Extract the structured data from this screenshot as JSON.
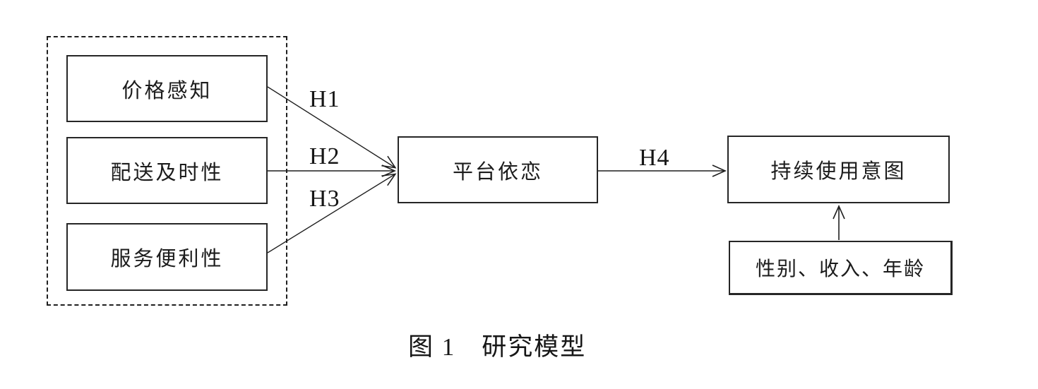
{
  "figure": {
    "caption": "图 1　研究模型",
    "colors": {
      "ink": "#1f1f1f",
      "background": "#ffffff"
    },
    "nodes": {
      "price": {
        "label": "价格感知"
      },
      "delivery": {
        "label": "配送及时性"
      },
      "service": {
        "label": "服务便利性"
      },
      "attachment": {
        "label": "平台依恋"
      },
      "intention": {
        "label": "持续使用意图"
      },
      "demographics": {
        "label": "性别、收入、年龄"
      }
    },
    "edges": [
      {
        "label": "H1",
        "from": "price",
        "to": "attachment"
      },
      {
        "label": "H2",
        "from": "delivery",
        "to": "attachment"
      },
      {
        "label": "H3",
        "from": "service",
        "to": "attachment"
      },
      {
        "label": "H4",
        "from": "attachment",
        "to": "intention"
      },
      {
        "label": "",
        "from": "demographics",
        "to": "intention"
      }
    ]
  }
}
